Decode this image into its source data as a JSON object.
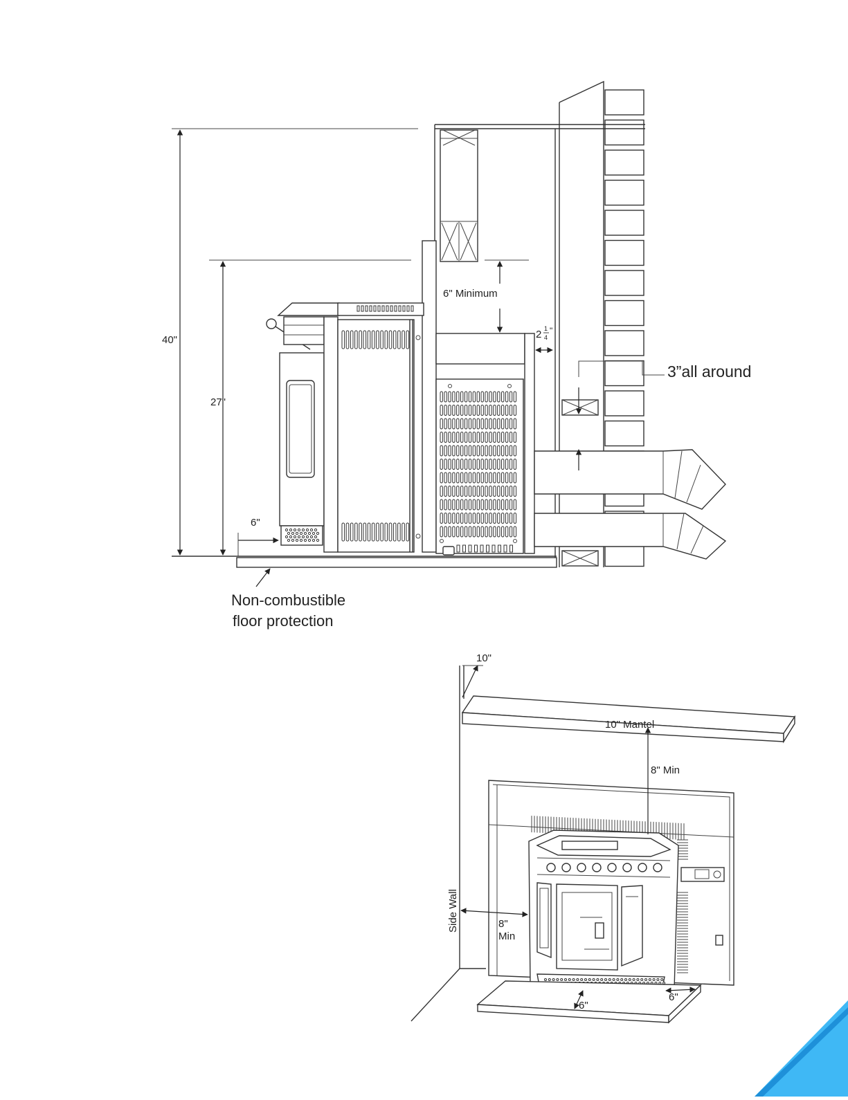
{
  "side_view": {
    "dim_total_height": "40\"",
    "dim_hearth_height": "27\"",
    "dim_front_clearance": "6\"",
    "dim_top_clearance": "6\" Minimum",
    "dim_side_gap_whole": "2",
    "dim_side_gap_num": "1",
    "dim_side_gap_den": "4",
    "dim_side_gap_unit": "\"",
    "callout_all_around": "3”all around",
    "floor_label_line1": "Non-combustible",
    "floor_label_line2": "floor protection"
  },
  "front_view": {
    "dim_mantel_depth": "10\"",
    "mantel_label": "10\" Mantel",
    "dim_mantel_clearance": "8\" Min",
    "side_wall_label": "Side Wall",
    "dim_side_wall_clear_1": "8\"",
    "dim_side_wall_clear_2": "Min",
    "dim_hearth_front": "6\"",
    "dim_hearth_side": "6\""
  },
  "colors": {
    "corner_accent": "#3FB8F5",
    "corner_accent_dark": "#1E90D9"
  }
}
